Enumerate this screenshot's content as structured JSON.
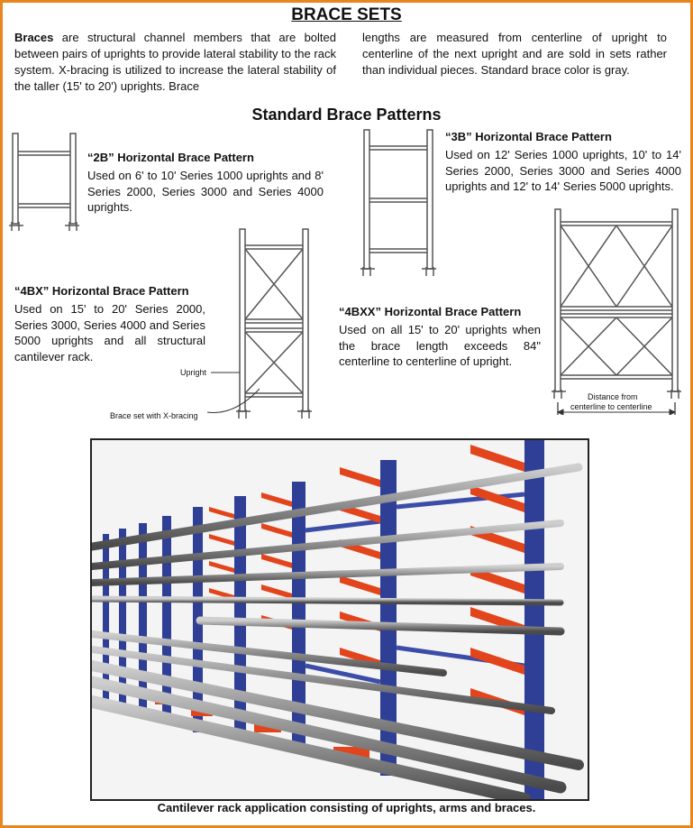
{
  "title": "BRACE SETS",
  "intro": {
    "left_bold": "Braces",
    "left_rest": " are structural channel members that are bolted between pairs of uprights to provide lateral stability to the rack system. X-bracing is utilized to increase the lateral stability of the taller (15' to 20') uprights. Brace",
    "right": "lengths are measured from centerline of upright to centerline of the next upright and are sold in sets rather than individual pieces. Standard brace color is gray."
  },
  "section_title": "Standard Brace Patterns",
  "patterns": {
    "p2b": {
      "heading": "“2B” Horizontal Brace Pattern",
      "text": "Used on 6' to 10' Series 1000 uprights and 8' Series 2000, Series 3000 and Series 4000 uprights."
    },
    "p3b": {
      "heading": "“3B” Horizontal Brace Pattern",
      "text": "Used on 12' Series 1000 uprights, 10' to 14' Series 2000, Series 3000 and Series 4000 uprights and 12' to 14' Series 5000 uprights."
    },
    "p4bx": {
      "heading": "“4BX” Horizontal Brace Pattern",
      "text": "Used on 15' to 20' Series 2000, Series 3000, Series 4000 and Series 5000 uprights and all structural cantilever rack."
    },
    "p4bxx": {
      "heading": "“4BXX” Horizontal Brace Pattern",
      "text": "Used on all 15' to 20' uprights when the brace length exceeds 84\" centerline to centerline of upright."
    }
  },
  "labels": {
    "upright": "Upright",
    "brace_set": "Brace set with X-bracing",
    "distance_line1": "Distance from",
    "distance_line2": "centerline to centerline"
  },
  "colors": {
    "border": "#e8851c",
    "upright_blue": "#2f3f96",
    "arm_orange": "#e2441c",
    "pipe_gray": "#8a8a8a"
  },
  "caption": "Cantilever rack application consisting of uprights, arms and braces."
}
